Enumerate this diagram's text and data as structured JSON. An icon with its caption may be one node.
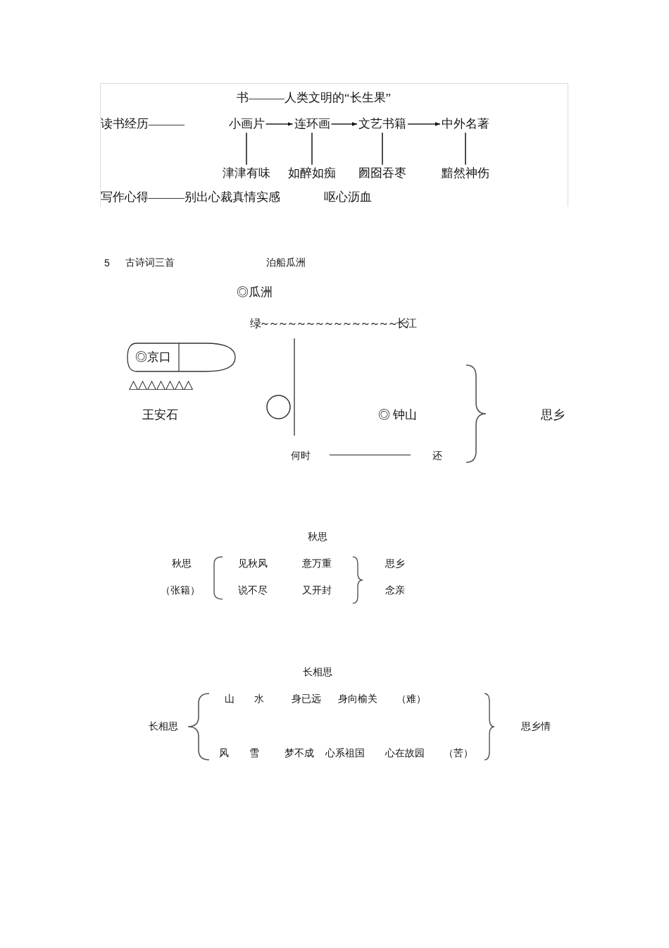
{
  "diagram": {
    "nodes": [
      {
        "text": [
          "小画片"
        ]
      },
      {
        "text": [
          "连环画"
        ]
      },
      {
        "text": [
          "文艺书籍"
        ]
      },
      {
        "text": [
          "中外名著"
        ]
      },
      {
        "text": [
          "津津有味"
        ]
      },
      {
        "text": [
          "如醉如痴"
        ]
      },
      {
        "text": [
          "囫囵吞枣"
        ]
      },
      {
        "text": [
          "黯然神伤"
        ]
      },
      {
        "text": [
          "◎京口"
        ]
      },
      {
        "text": [],
        "shape": "circle"
      }
    ],
    "edges": [
      {
        "from": 0,
        "to": 1,
        "arrow": "to"
      },
      {
        "from": 1,
        "to": 2,
        "arrow": "to"
      },
      {
        "from": 2,
        "to": 3,
        "arrow": "to"
      },
      {
        "from": 0,
        "to": 4,
        "arrow": "none"
      },
      {
        "from": 1,
        "to": 5,
        "arrow": "none"
      },
      {
        "from": 2,
        "to": 6,
        "arrow": "none"
      },
      {
        "from": 3,
        "to": 7,
        "arrow": "none"
      }
    ],
    "labels": [
      "书———人类文明的“长生果”",
      "读书经历———",
      "写作心得———别出心裁真情实感",
      "呕心沥血",
      "5",
      "古诗词三首",
      "泊船瓜洲",
      "◎瓜洲",
      "绿～～～～～～～～～～～～～～～长江",
      "△△△△△△△",
      "王安石",
      "◎ 钟山",
      "思乡",
      "何时",
      "还",
      "秋思",
      "秋思",
      "见秋风",
      "意万重",
      "思乡",
      "（张籍）",
      "说不尽",
      "又开封",
      "念亲",
      "长相思",
      "山",
      "水",
      "身已远",
      "身向榆关",
      "（难）",
      "长相思",
      "思乡情",
      "风",
      "雪",
      "梦不成",
      "心系祖国",
      "心在故园",
      "（苦）"
    ]
  }
}
